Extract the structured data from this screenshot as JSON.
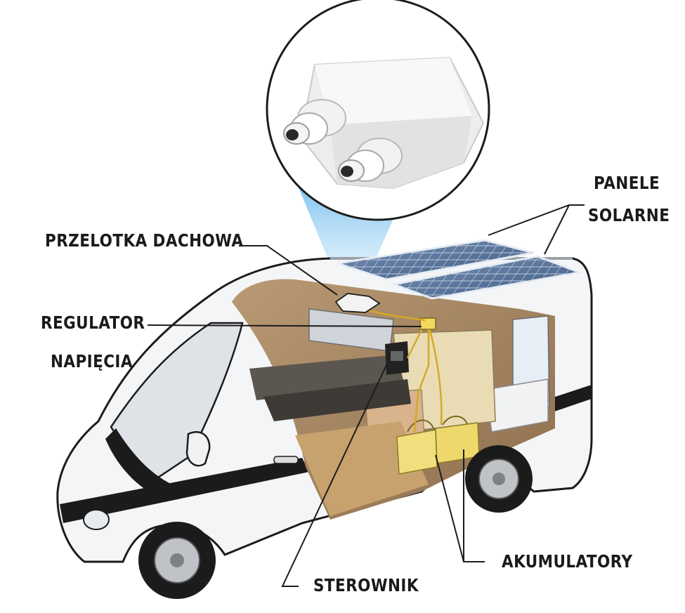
{
  "labels": {
    "roof_gland": "PRZELOTKA DACHOWA",
    "regulator_line1": "REGULATOR",
    "regulator_line2": "NAPIĘCIA",
    "solar_line1": "PANELE",
    "solar_line2": "SOLARNE",
    "batteries": "AKUMULATORY",
    "controller": "STEROWNIK"
  },
  "colors": {
    "background": "#ffffff",
    "label_text": "#1a1a1a",
    "van_body": "#f4f5f7",
    "van_stripe": "#1b1b1b",
    "interior_wood": "#a98a66",
    "bench": "#55504a",
    "battery_yellow": "#f1de7c",
    "solar_panel_blue": "#4d6c95",
    "callout_beam": "#8cc8ef",
    "gland_white": "#f3f3f3"
  }
}
